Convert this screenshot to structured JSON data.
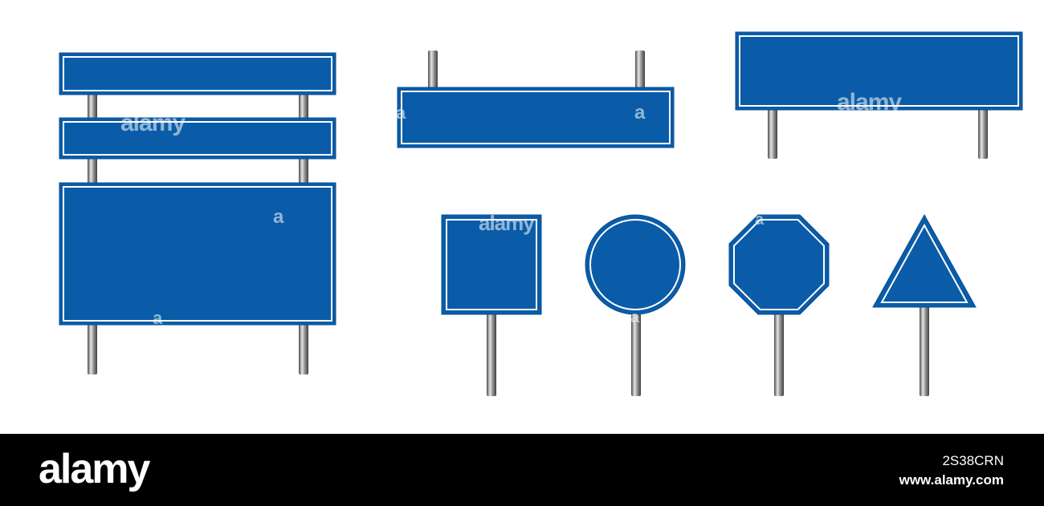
{
  "scene": {
    "description_colors": {
      "sign_blue": "#0a5ca8",
      "border_white": "#ffffff",
      "edge_blue": "#0b4f92",
      "pole_light": "#d8d8d8",
      "pole_dark": "#5b5b5b"
    },
    "signs": [
      {
        "shape": "rectangle",
        "group": "stacked-board",
        "name": "top-bar"
      },
      {
        "shape": "rectangle",
        "group": "stacked-board",
        "name": "middle-bar"
      },
      {
        "shape": "rectangle",
        "group": "stacked-board",
        "name": "large-board"
      },
      {
        "shape": "rectangle",
        "group": "hanging",
        "name": "hanging-bar"
      },
      {
        "shape": "rectangle",
        "group": "elevated",
        "name": "elevated-board"
      },
      {
        "shape": "square",
        "group": "post",
        "name": "square-sign"
      },
      {
        "shape": "circle",
        "group": "post",
        "name": "circle-sign"
      },
      {
        "shape": "octagon",
        "group": "post",
        "name": "octagon-sign"
      },
      {
        "shape": "triangle",
        "group": "post",
        "name": "triangle-sign"
      }
    ],
    "watermark_text": "alamy"
  },
  "footer": {
    "logo": "alamy",
    "image_code": "2S38CRN",
    "url": "www.alamy.com"
  }
}
